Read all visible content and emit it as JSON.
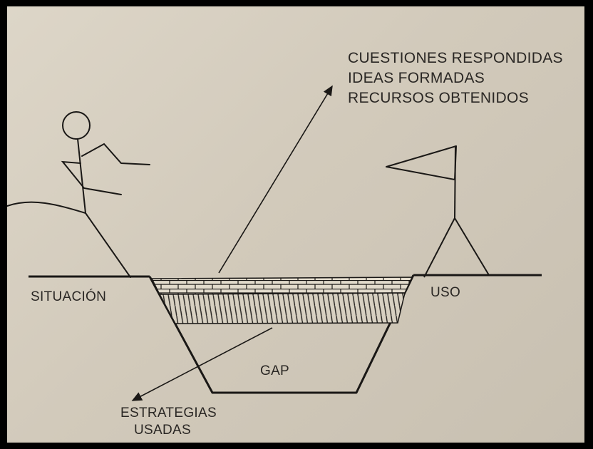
{
  "labels": {
    "results": [
      "CUESTIONES RESPONDIDAS",
      "IDEAS FORMADAS",
      "RECURSOS OBTENIDOS"
    ],
    "situation": "SITUACIÓN",
    "use": "USO",
    "gap": "GAP",
    "strategies": [
      "ESTRATEGIAS",
      "USADAS"
    ]
  },
  "colors": {
    "ink": "#1a1816",
    "paper": "#d6cfc1",
    "frame": "#000000"
  }
}
